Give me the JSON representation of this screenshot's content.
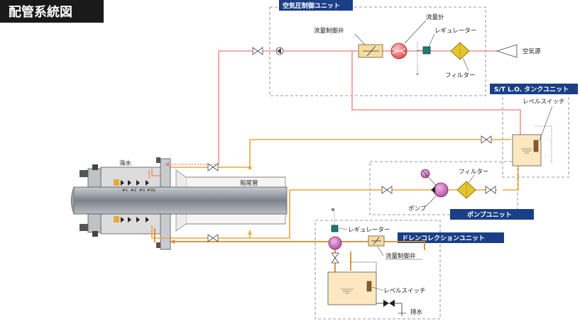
{
  "title": "配管系統図",
  "units": {
    "air": "空気圧制御ユニット",
    "tank": "S/T L.O. タンクユニット",
    "pump": "ポンプユニット",
    "drain": "ドレンコレクションユニット"
  },
  "labels": {
    "flow_valve_air": "流量制御弁",
    "flow_meter": "流量計",
    "regulator_air": "レギュレーター",
    "air_source": "空気源",
    "filter_air": "フィルター",
    "level_switch_tank": "レベルスイッチ",
    "filter_pump": "フィルター",
    "pump": "ポンプ",
    "seawater": "海水",
    "stern_tube": "船尾管",
    "regulator_drain": "レギュレーター",
    "flow_valve_drain": "流量制御弁",
    "level_switch_drain": "レベルスイッチ",
    "drain": "排水"
  },
  "seals": [
    "#1",
    "#2",
    "#3",
    "#3S"
  ],
  "colors": {
    "air_line": "#ef7b7b",
    "oil_line": "#e8a83a",
    "drain_line": "#d98a2a",
    "header_bg": "#1a3f86",
    "title_bg": "#1a1a1a",
    "tank_fill": "#fbe8c0",
    "filter_fill": "#e7c52a",
    "pump_fill": "#c763b8",
    "flowvalve_fill": "#f5dca0",
    "shaft_fill": "#9aa0a8"
  }
}
